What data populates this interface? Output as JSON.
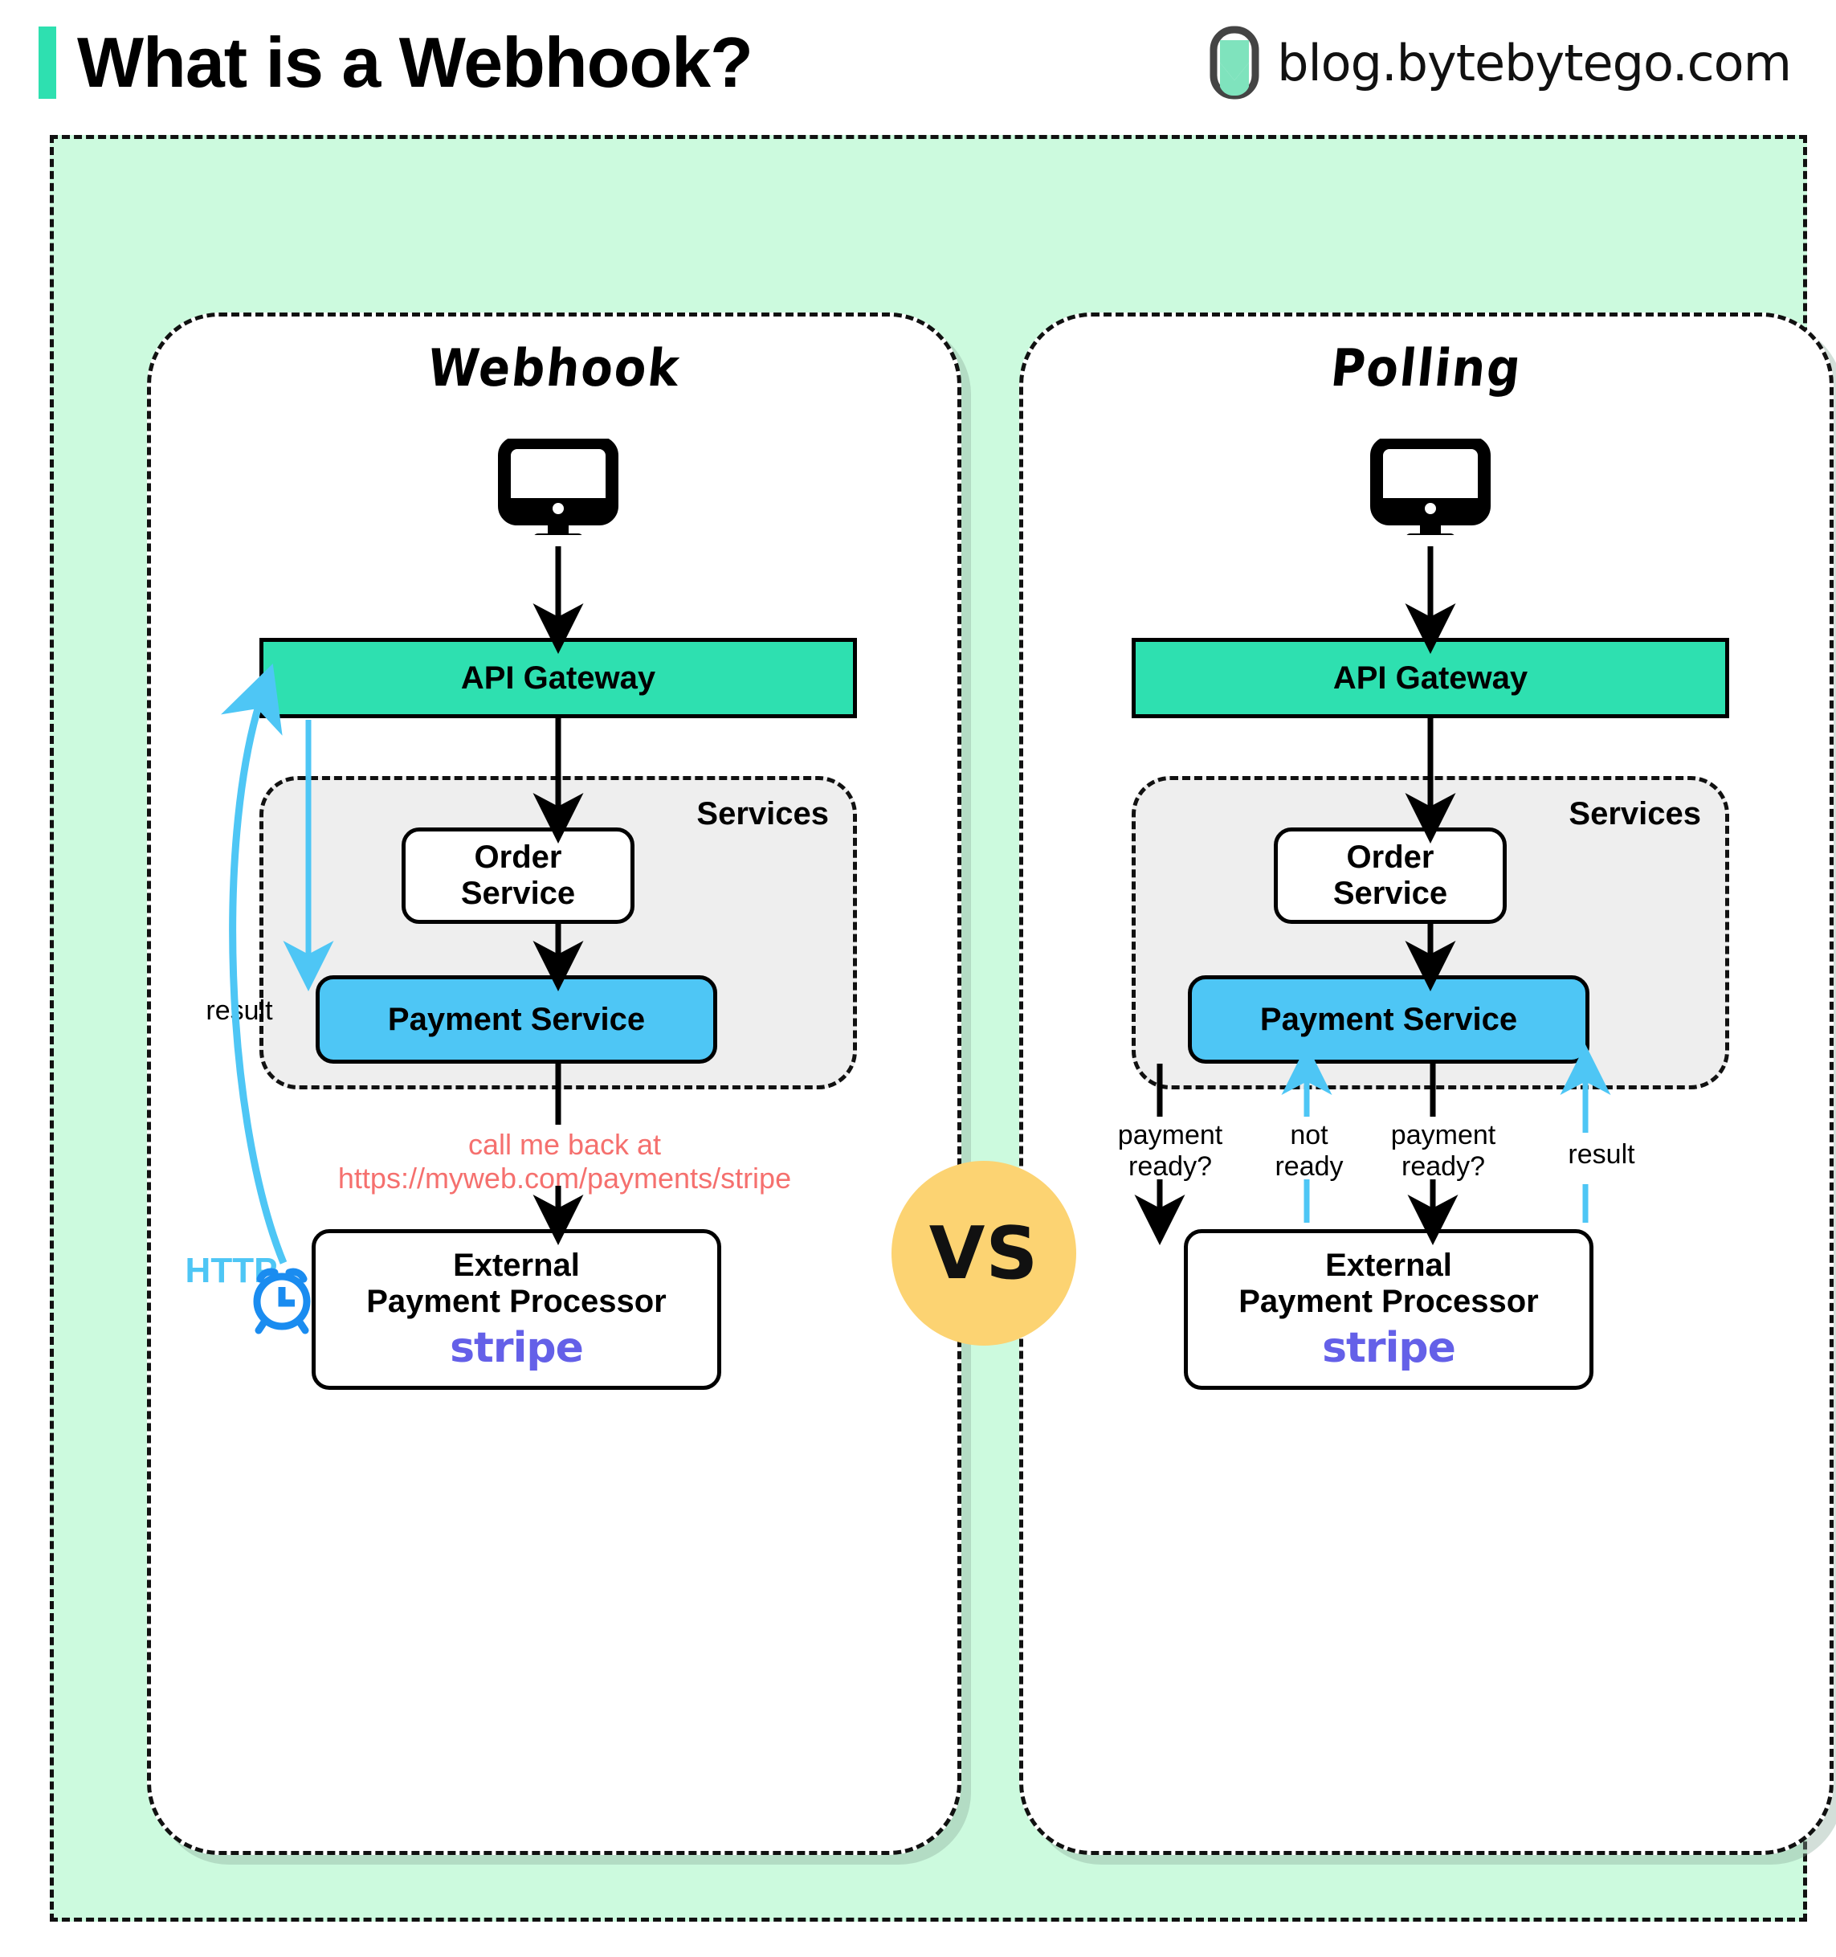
{
  "header": {
    "title": "What is a Webhook?",
    "brand_text": "blog.bytebytego.com",
    "accent_color": "#2ee0b0"
  },
  "vs_badge": {
    "label": "VS",
    "color": "#fcd372"
  },
  "colors": {
    "outer_background": "#ccfade",
    "panel_background": "#ffffff",
    "api_gateway": "#2ee0b0",
    "payment_service": "#4ec6f5",
    "services_group": "#eeeeee",
    "blue_arrow": "#4ec6f5",
    "clock_icon": "#1a8cf0",
    "callback_text": "#f5706e",
    "stripe_text": "#6460e8"
  },
  "panels": [
    {
      "id": "webhook",
      "title": "Webhook",
      "client_icon": "monitor-icon",
      "nodes": {
        "gateway": "API Gateway",
        "services_label": "Services",
        "order_service": "Order\nService",
        "order_service_line1": "Order",
        "order_service_line2": "Service",
        "payment_service": "Payment Service",
        "external_line1": "External",
        "external_line2": "Payment Processor",
        "external_logo": "stripe"
      },
      "labels": {
        "callback_line1": "call me back at",
        "callback_line2": "https://myweb.com/payments/stripe",
        "result": "result",
        "http": "HTTP",
        "clock_icon": "alarm-clock-icon"
      }
    },
    {
      "id": "polling",
      "title": "Polling",
      "client_icon": "monitor-icon",
      "nodes": {
        "gateway": "API Gateway",
        "services_label": "Services",
        "order_service_line1": "Order",
        "order_service_line2": "Service",
        "payment_service": "Payment Service",
        "external_line1": "External",
        "external_line2": "Payment Processor",
        "external_logo": "stripe"
      },
      "labels": {
        "q1_line1": "payment",
        "q1_line2": "ready?",
        "a1_line1": "not",
        "a1_line2": "ready",
        "q2_line1": "payment",
        "q2_line2": "ready?",
        "result": "result"
      }
    }
  ]
}
